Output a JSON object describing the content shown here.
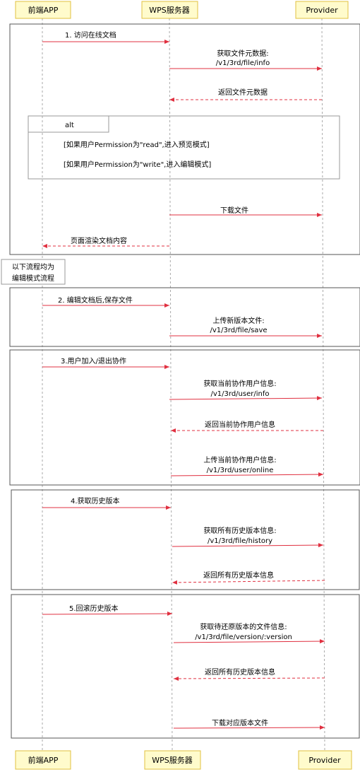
{
  "actors": [
    {
      "id": "app",
      "label": "前端APP"
    },
    {
      "id": "wps",
      "label": "WPS服务器"
    },
    {
      "id": "provider",
      "label": "Provider"
    }
  ],
  "colors": {
    "actor_fill": "#fffbcc",
    "actor_border": "#e0c040",
    "arrow": "#e03040",
    "frame": "#555555",
    "lifeline": "#aaaaaa"
  },
  "messages": [
    {
      "id": "m1",
      "lines": [
        "1. 访问在线文档"
      ],
      "dashed": false
    },
    {
      "id": "m2",
      "lines": [
        "获取文件元数据:",
        "/v1/3rd/file/info"
      ],
      "dashed": false
    },
    {
      "id": "m3",
      "lines": [
        "返回文件元数据"
      ],
      "dashed": true
    },
    {
      "id": "m4",
      "lines": [
        "下载文件"
      ],
      "dashed": false
    },
    {
      "id": "m5",
      "lines": [
        "页面渲染文档内容"
      ],
      "dashed": true
    },
    {
      "id": "m6",
      "lines": [
        "2. 编辑文档后,保存文件"
      ],
      "dashed": false
    },
    {
      "id": "m7",
      "lines": [
        "上传新版本文件:",
        "/v1/3rd/file/save"
      ],
      "dashed": false
    },
    {
      "id": "m8",
      "lines": [
        "3.用户加入/退出协作"
      ],
      "dashed": false
    },
    {
      "id": "m9",
      "lines": [
        "获取当前协作用户信息:",
        "/v1/3rd/user/info"
      ],
      "dashed": false
    },
    {
      "id": "m10",
      "lines": [
        "返回当前协作用户信息"
      ],
      "dashed": true
    },
    {
      "id": "m11",
      "lines": [
        "上传当前协作用户信息:",
        "/v1/3rd/user/online"
      ],
      "dashed": false
    },
    {
      "id": "m12",
      "lines": [
        "4.获取历史版本"
      ],
      "dashed": false
    },
    {
      "id": "m13",
      "lines": [
        "获取所有历史版本信息:",
        "/v1/3rd/file/history"
      ],
      "dashed": false
    },
    {
      "id": "m14",
      "lines": [
        "返回所有历史版本信息"
      ],
      "dashed": true
    },
    {
      "id": "m15",
      "lines": [
        "5.回滚历史版本"
      ],
      "dashed": false
    },
    {
      "id": "m16",
      "lines": [
        "获取待还原版本的文件信息:",
        "/v1/3rd/file/version/:version"
      ],
      "dashed": false
    },
    {
      "id": "m17",
      "lines": [
        "返回所有历史版本信息"
      ],
      "dashed": true
    },
    {
      "id": "m18",
      "lines": [
        "下载对应版本文件"
      ],
      "dashed": false
    }
  ],
  "alt": {
    "label": "alt",
    "conditions": [
      "[如果用户Permission为\"read\",进入预览模式]",
      "[如果用户Permission为\"write\",进入编辑模式]"
    ]
  },
  "note": {
    "lines": [
      "以下流程均为",
      "编辑模式流程"
    ]
  }
}
